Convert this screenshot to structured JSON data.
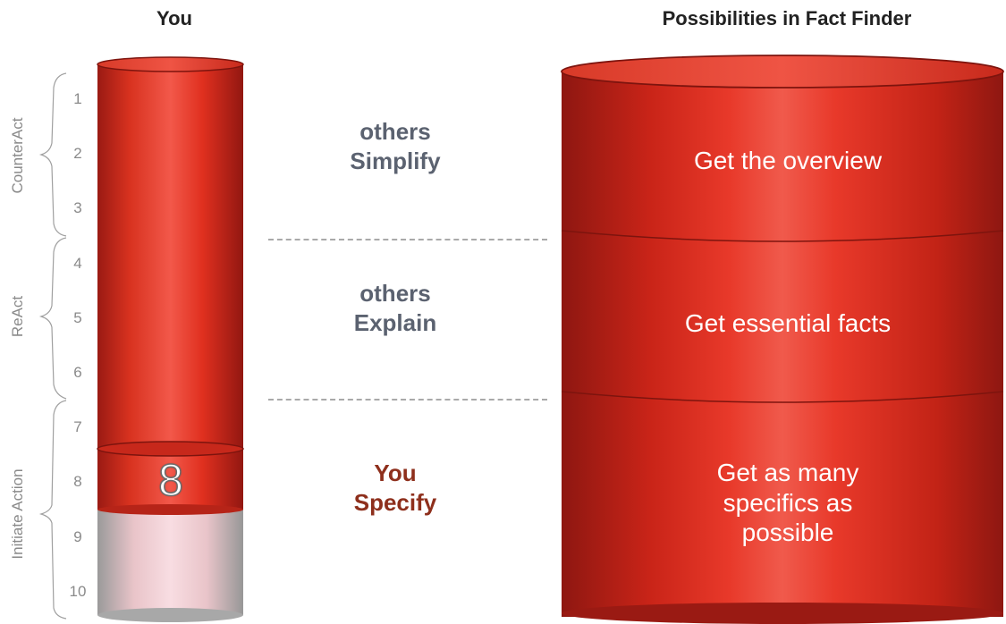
{
  "titles": {
    "left": "You",
    "right": "Possibilities in Fact Finder"
  },
  "scale": {
    "numbers": [
      "1",
      "2",
      "3",
      "4",
      "5",
      "6",
      "7",
      "8",
      "9",
      "10"
    ],
    "groups": [
      {
        "label": "CounterAct"
      },
      {
        "label": "ReAct"
      },
      {
        "label": "Initiate Action"
      }
    ]
  },
  "left_cylinder": {
    "level": 8,
    "level_label": "8",
    "max": 10
  },
  "middle": {
    "rows": [
      {
        "line1": "others",
        "line2": "Simplify"
      },
      {
        "line1": "others",
        "line2": "Explain"
      },
      {
        "line1": "You",
        "line2": "Specify"
      }
    ]
  },
  "right_cylinder": {
    "sections": [
      {
        "text": "Get the overview"
      },
      {
        "text": "Get essential facts"
      },
      {
        "text": "Get as many specifics as possible"
      }
    ]
  },
  "colors": {
    "red_dark": "#9a1a13",
    "red_mid": "#e8392a",
    "red_light": "#f2584a",
    "grey_empty": "#a8a8a8",
    "pink_empty": "#f6d6dc",
    "label_grey": "#5b6270",
    "label_accent": "#8e2f1c"
  }
}
